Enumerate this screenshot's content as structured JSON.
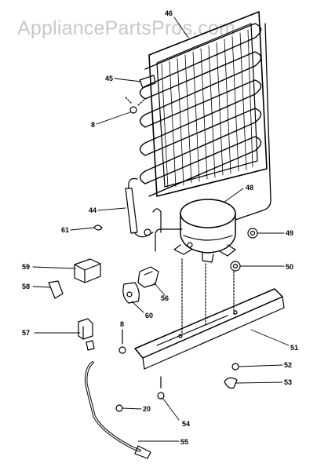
{
  "watermark": "AppliancePartsPros.com",
  "callouts": {
    "p46": "46",
    "p45": "45",
    "p8a": "8",
    "p48": "48",
    "p44": "44",
    "p61": "61",
    "p49": "49",
    "p59": "59",
    "p50": "50",
    "p58": "58",
    "p56": "56",
    "p60": "60",
    "p8b": "8",
    "p57": "57",
    "p51": "51",
    "p52": "52",
    "p53": "53",
    "p20": "20",
    "p54": "54",
    "p55": "55"
  }
}
